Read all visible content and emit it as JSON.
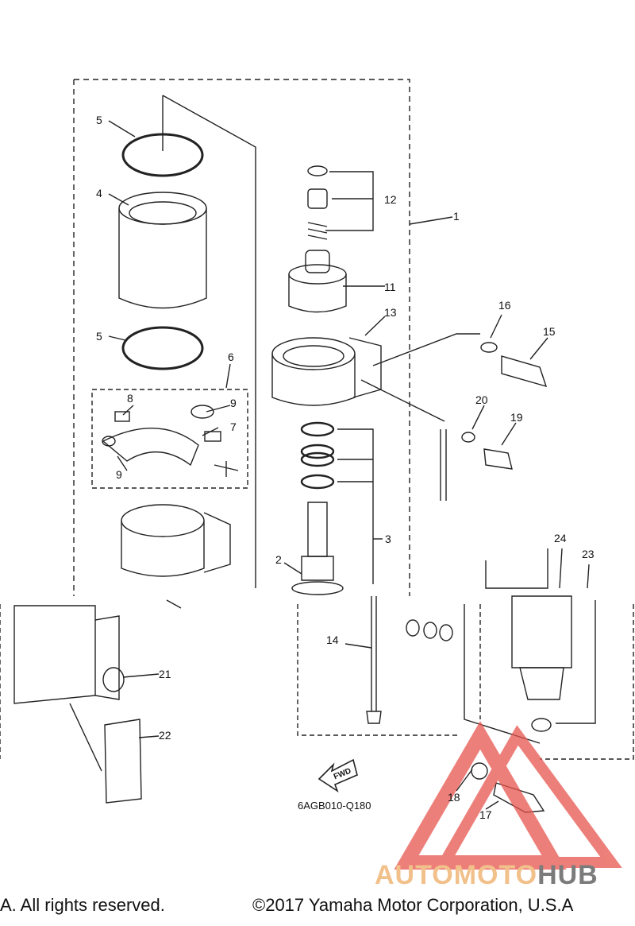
{
  "diagram": {
    "part_code": "6AGB010-Q180",
    "fwd_label": "FWD",
    "callouts": [
      "1",
      "2",
      "3",
      "4",
      "5",
      "5",
      "6",
      "7",
      "8",
      "9",
      "9",
      "11",
      "12",
      "13",
      "14",
      "15",
      "16",
      "17",
      "18",
      "19",
      "20",
      "21",
      "22",
      "23",
      "24"
    ]
  },
  "footer": {
    "copyright_left": "A. All rights reserved.",
    "copyright_right": "©2017 Yamaha Motor Corporation, U.S.A"
  },
  "watermark": {
    "part1": "AUTOMOTO",
    "part2": "HUB",
    "color_triangle": "#e8554e",
    "color_text1": "#f2c08a",
    "color_text2": "#7b7b7b"
  }
}
